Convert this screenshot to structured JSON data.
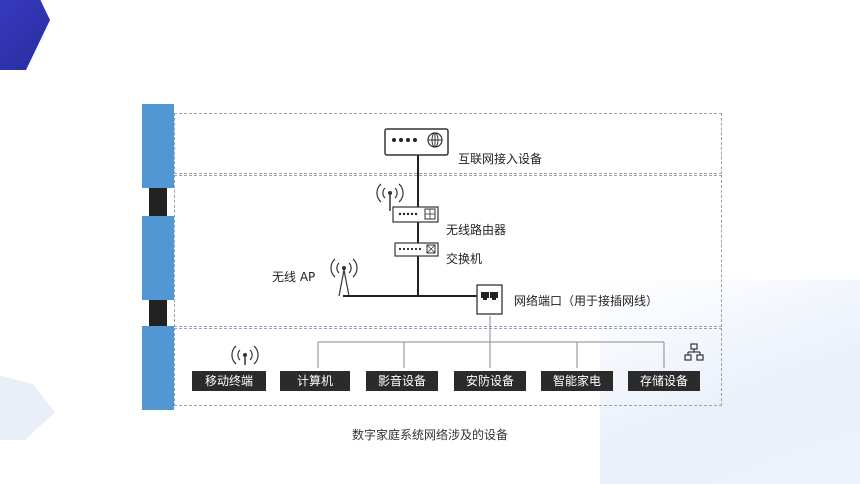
{
  "zones": {
    "internet": "",
    "lan": "",
    "devices": ""
  },
  "nodes": {
    "internet_access": "互联网接入设备",
    "wireless_router": "无线路由器",
    "switch": "交换机",
    "wireless_ap": "无线 AP",
    "network_port": "网络端口（用于接插网线）"
  },
  "devices": [
    "移动终端",
    "计算机",
    "影音设备",
    "安防设备",
    "智能家电",
    "存储设备"
  ],
  "caption": "数字家庭系统网络涉及的设备",
  "icons": [
    "modem-icon",
    "wifi-signal-icon",
    "router-icon",
    "switch-icon",
    "access-point-icon",
    "network-port-icon",
    "network-topology-icon"
  ],
  "colors": {
    "side_bar": "#5097d3",
    "connector": "#222222",
    "device_box": "#2b2b2b"
  }
}
